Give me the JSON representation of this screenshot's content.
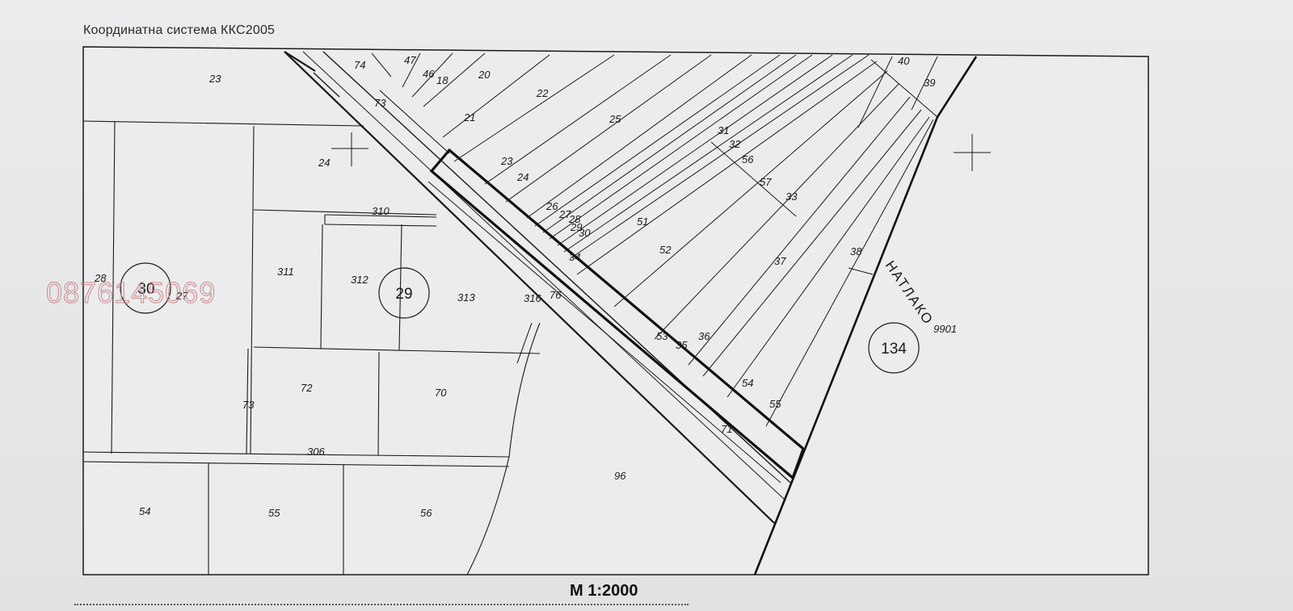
{
  "coordinate_system": "Координатна система ККС2005",
  "scale": "М 1:2000",
  "watermark": "0876145069",
  "road_name": "НАТЛАКО",
  "colors": {
    "paper": "#e4e4e6",
    "ink": "#1a1a1a",
    "watermark": "#c98a8a"
  },
  "blocks": [
    "30",
    "29",
    "134"
  ],
  "parcels": {
    "p23a": "23",
    "p24a": "24",
    "p310": "310",
    "p28": "28",
    "p27": "27",
    "p311": "311",
    "p312": "312",
    "p313": "313",
    "p316": "316",
    "p76": "76",
    "p72": "72",
    "p70": "70",
    "p73a": "73",
    "p306": "306",
    "p54a": "54",
    "p55a": "55",
    "p56a": "56",
    "p96": "96",
    "p74": "74",
    "p73b": "73",
    "p47": "47",
    "p46": "46",
    "p18": "18",
    "p20": "20",
    "p22": "22",
    "p21": "21",
    "p25": "25",
    "p23b": "23",
    "p24b": "24",
    "p26": "26",
    "p27b": "27",
    "p28b": "28",
    "p29": "29",
    "p30": "30",
    "p34": "34",
    "p51": "51",
    "p52": "52",
    "p31": "31",
    "p32": "32",
    "p56b": "56",
    "p57": "57",
    "p33": "33",
    "p40": "40",
    "p39": "39",
    "p38": "38",
    "p37": "37",
    "p53": "53",
    "p35": "35",
    "p36": "36",
    "p54b": "54",
    "p55b": "55",
    "p71": "71",
    "p9901": "9901"
  }
}
